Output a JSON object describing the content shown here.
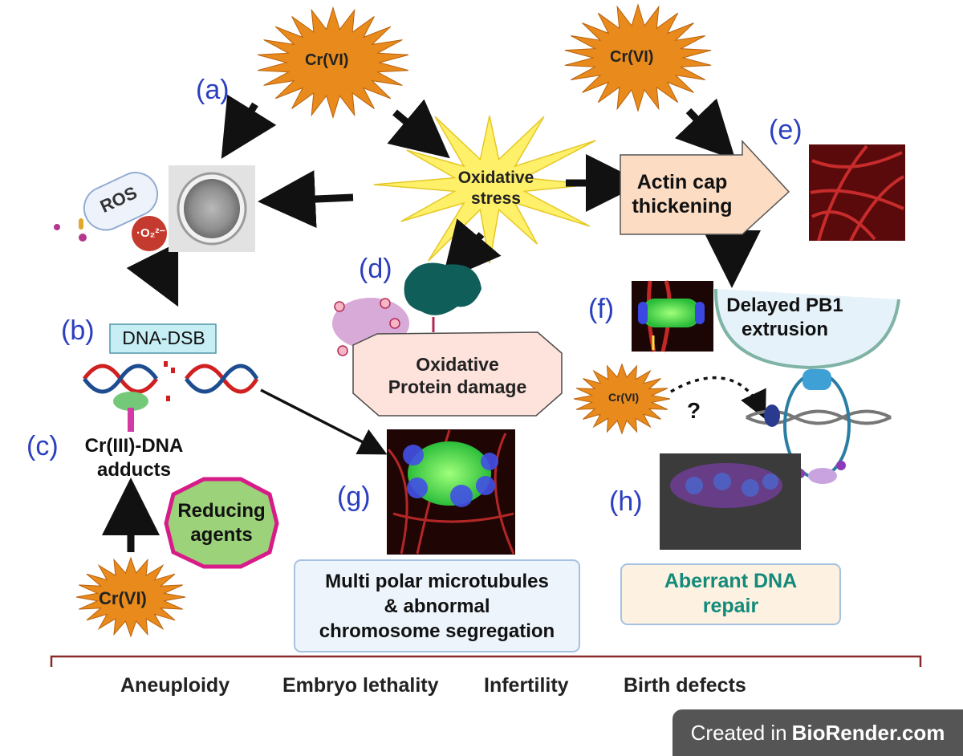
{
  "stressor": "Cr(VI)",
  "panels": [
    "(a)",
    "(b)",
    "(c)",
    "(d)",
    "(e)",
    "(f)",
    "(g)",
    "(h)"
  ],
  "nodes": {
    "ros": "ROS",
    "superoxide": "·O₂²⁻",
    "oxidative_stress": [
      "Oxidative",
      "stress"
    ],
    "actin_cap": [
      "Actin cap",
      "thickening"
    ],
    "dna_dsb": "DNA-DSB",
    "adducts": [
      "Cr(III)-DNA",
      "adducts"
    ],
    "reducing_agents": [
      "Reducing",
      "agents"
    ],
    "protein_damage": [
      "Oxidative",
      "Protein damage"
    ],
    "pb1": [
      "Delayed PB1",
      "extrusion"
    ],
    "unknown_link": "?",
    "microtubules": [
      "Multi polar microtubules",
      "& abnormal",
      "chromosome segregation"
    ],
    "dna_repair": [
      "Aberrant DNA",
      "repair"
    ]
  },
  "outcomes": [
    "Aneuploidy",
    "Embryo lethality",
    "Infertility",
    "Birth defects"
  ],
  "credit": {
    "prefix": "Created in",
    "brand": "BioRender.com"
  },
  "colors": {
    "panel_letter": "#2b3fbf",
    "cr_star": "#e88a1c",
    "stress_star": "#fff06a",
    "dna_repair_text": "#138a7a",
    "bracket": "#8b2a2a"
  }
}
